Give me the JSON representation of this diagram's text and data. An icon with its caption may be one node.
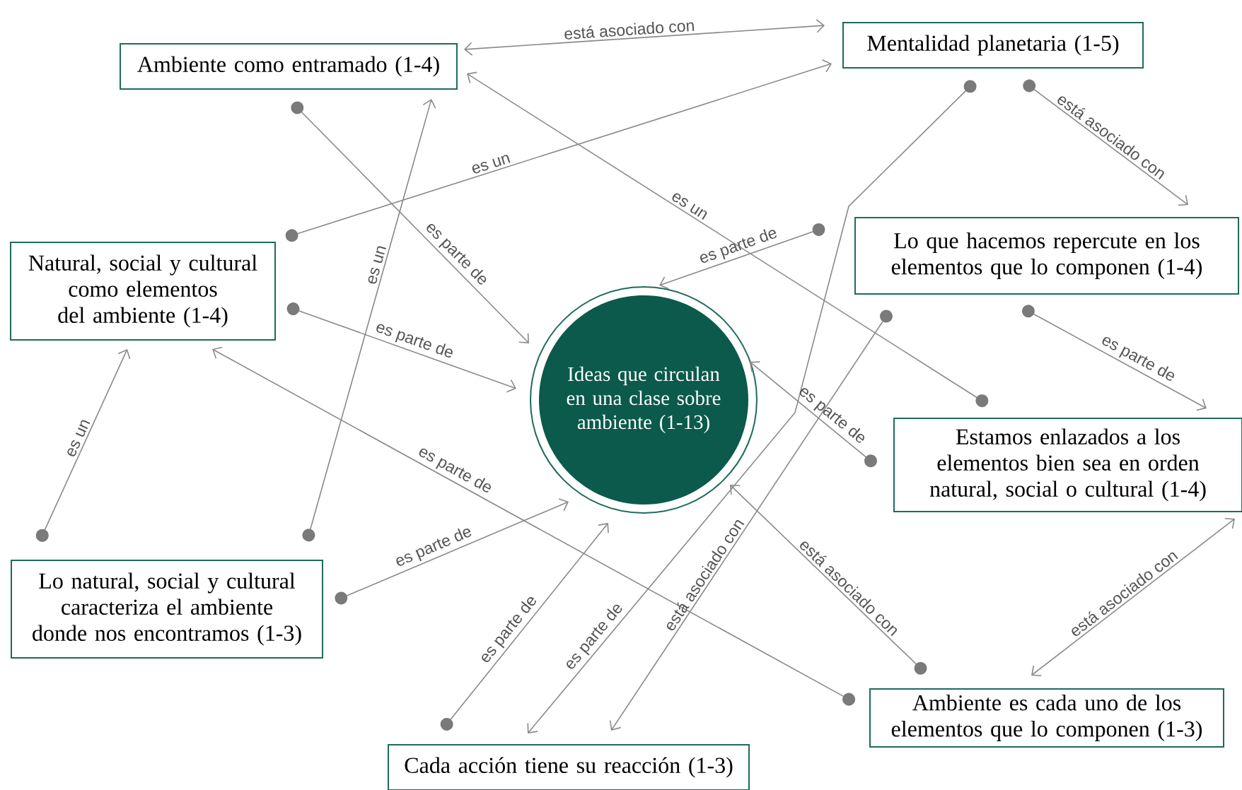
{
  "diagram": {
    "nodes": [
      {
        "text": [
          "Ambiente como entramado (1-4)"
        ]
      },
      {
        "text": [
          "Mentalidad planetaria (1-5)"
        ]
      },
      {
        "text": [
          "Natural, social y cultural como elementos del ambiente (1-4)"
        ]
      },
      {
        "text": [
          "Ideas que circulan en una clase sobre ambiente (1-13)"
        ]
      },
      {
        "text": [
          "Lo que hacemos repercute en los elementos que lo componen (1-4)"
        ]
      },
      {
        "text": [
          "Estamos enlazados a los elementos bien sea en orden natural, social o cultural (1-4)"
        ]
      },
      {
        "text": [
          "Lo natural, social y cultural caracteriza el ambiente donde nos encontramos (1-3)"
        ]
      },
      {
        "text": [
          "Ambiente es cada uno de los elementos que lo componen (1-3)"
        ]
      },
      {
        "text": [
          "Cada acción tiene su reacción (1-3)"
        ]
      }
    ],
    "edges": [
      {
        "from": 0,
        "to": 1,
        "arrow": "both",
        "label": "está asociado con"
      },
      {
        "from": 2,
        "to": 1,
        "arrow": "to",
        "label": "es un"
      },
      {
        "from": 0,
        "to": 3,
        "arrow": "to",
        "label": "es parte de"
      },
      {
        "from": 2,
        "to": 3,
        "arrow": "to",
        "label": "es parte de"
      },
      {
        "from": 6,
        "to": 0,
        "arrow": "to",
        "label": "es un"
      },
      {
        "from": 6,
        "to": 2,
        "arrow": "to",
        "label": "es un"
      },
      {
        "from": 5,
        "to": 0,
        "arrow": "to",
        "label": "es un"
      },
      {
        "from": 4,
        "to": 3,
        "arrow": "to",
        "label": "es parte de"
      },
      {
        "from": 1,
        "to": 8,
        "arrow": "to",
        "label": "es parte de"
      },
      {
        "from": 1,
        "to": 4,
        "arrow": "to",
        "label": "está asociado con"
      },
      {
        "from": 4,
        "to": 8,
        "arrow": "to",
        "label": "está asociado con"
      },
      {
        "from": 4,
        "to": 5,
        "arrow": "to",
        "label": "es parte de"
      },
      {
        "from": 5,
        "to": 3,
        "arrow": "to",
        "label": "es parte de"
      },
      {
        "from": 7,
        "to": 3,
        "arrow": "to",
        "label": "está asociado con"
      },
      {
        "from": 7,
        "to": 5,
        "arrow": "both",
        "label": "está asociado con"
      },
      {
        "from": 7,
        "to": 2,
        "arrow": "to",
        "label": "es parte de"
      },
      {
        "from": 6,
        "to": 3,
        "arrow": "to",
        "label": "es parte de"
      },
      {
        "from": 8,
        "to": 3,
        "arrow": "to",
        "label": "es parte de"
      }
    ]
  }
}
